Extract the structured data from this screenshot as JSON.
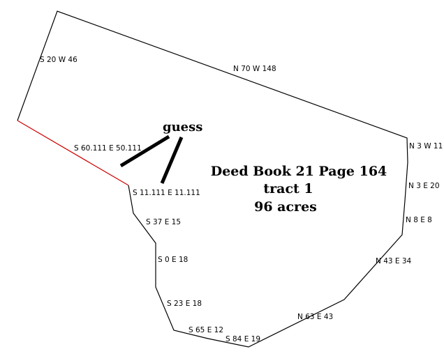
{
  "deed": {
    "title_lines": [
      "Deed Book 21 Page 164",
      "tract 1",
      "96 acres"
    ]
  },
  "colors": {
    "boundary": "#000000",
    "guessed_line": "#cc0000",
    "pointer": "#000000"
  },
  "annotation": {
    "note": "guess"
  },
  "calls": [
    {
      "name": "call-s20w46",
      "text": "S 20 W 46"
    },
    {
      "name": "call-n70w148",
      "text": "N 70 W 148"
    },
    {
      "name": "call-n3w11",
      "text": "N 3 W 11"
    },
    {
      "name": "call-n3e20",
      "text": "N 3 E 20"
    },
    {
      "name": "call-n8e8",
      "text": "N 8 E 8"
    },
    {
      "name": "call-n43e34",
      "text": "N 43 E 34"
    },
    {
      "name": "call-n63e43",
      "text": "N 63 E 43"
    },
    {
      "name": "call-s84e19",
      "text": "S 84 E 19"
    },
    {
      "name": "call-s65e12",
      "text": "S 65 E 12"
    },
    {
      "name": "call-s23e18",
      "text": "S 23 E 18"
    },
    {
      "name": "call-s0e18",
      "text": "S 0 E 18"
    },
    {
      "name": "call-s37e15",
      "text": "S 37 E 15"
    },
    {
      "name": "call-s11e11",
      "text": "S 11.111 E 11.111"
    },
    {
      "name": "call-s60e50",
      "text": "S 60.111 E 50.111"
    }
  ]
}
